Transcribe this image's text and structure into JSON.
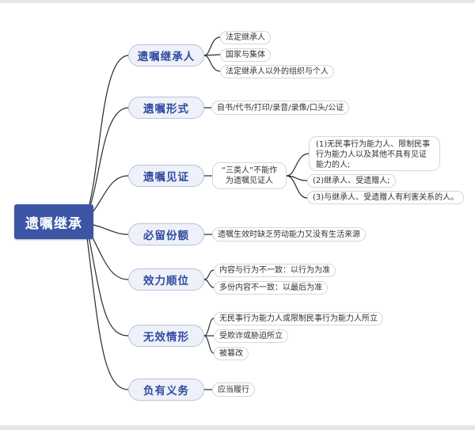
{
  "root": {
    "label": "遗嘱继承"
  },
  "branches": [
    {
      "label": "遗嘱继承人",
      "items": [
        "法定继承人",
        "国家与集体",
        "法定继承人以外的组织与个人"
      ]
    },
    {
      "label": "遗嘱形式",
      "items": [
        "自书/代书/打印/录音/录像/口头/公证"
      ]
    },
    {
      "label": "遗嘱见证",
      "mid": "“三类人”不能作为遗嘱见证人",
      "items": [
        "(1)无民事行为能力人、限制民事行为能力人以及其他不具有见证能力的人;",
        "(2)继承人、受遗赠人;",
        "(3)与继承人、受遗赠人有利害关系的人。"
      ]
    },
    {
      "label": "必留份额",
      "items": [
        "遗嘱生效时缺乏劳动能力又没有生活来源"
      ]
    },
    {
      "label": "效力顺位",
      "items": [
        "内容与行为不一致：以行为为准",
        "多份内容不一致：以最后为准"
      ]
    },
    {
      "label": "无效情形",
      "items": [
        "无民事行为能力人或限制民事行为能力人所立",
        "受欺诈或胁迫所立",
        "被篡改"
      ]
    },
    {
      "label": "负有义务",
      "items": [
        "应当履行"
      ]
    }
  ]
}
